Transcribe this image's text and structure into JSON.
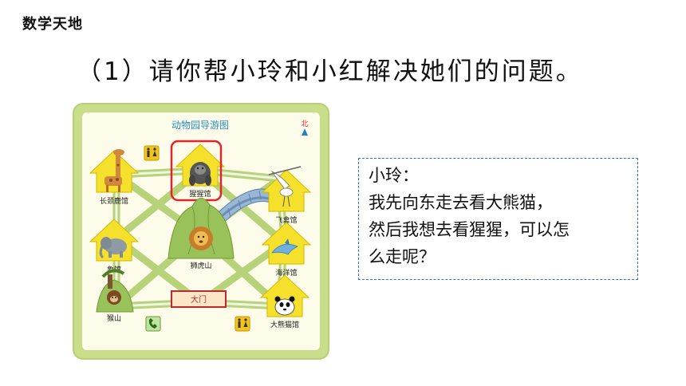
{
  "header": {
    "section_label": "数学天地"
  },
  "question": {
    "text": "（1）请你帮小玲和小红解决她们的问题。"
  },
  "map": {
    "title": "动物园导游图",
    "north_label": "北",
    "venues": {
      "giraffe": "长颈鹿馆",
      "orangutan": "猩猩馆",
      "aviary": "飞禽馆",
      "elephant": "象馆",
      "lion_hill": "狮虎山",
      "ocean": "海洋馆",
      "monkey": "猴山",
      "gate": "大门",
      "panda": "大熊猫馆"
    },
    "highlight_color": "#e0262b"
  },
  "note": {
    "speaker": "小玲：",
    "line1": "我先向东走去看大熊猫，",
    "line2": "然后我想去看猩猩，可以怎",
    "line3": "么走呢？"
  }
}
